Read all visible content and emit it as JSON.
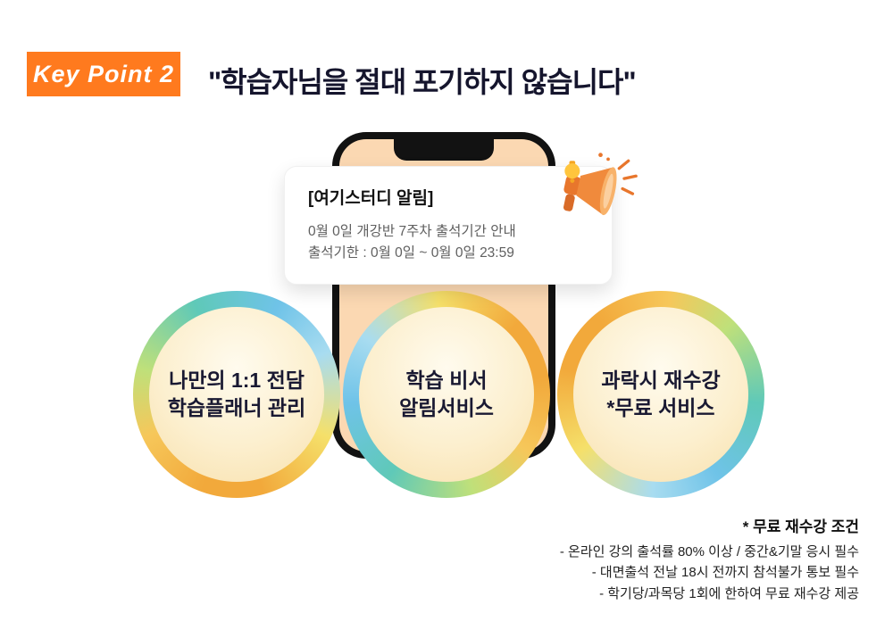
{
  "header": {
    "badge_label": "Key Point 2",
    "title": "\"학습자님을 절대 포기하지 않습니다\""
  },
  "phone_notification": {
    "title": "[여기스터디 알림]",
    "body_line1": "0월 0일 개강반 7주차 출석기간 안내",
    "body_line2": "출석기한 : 0월 0일 ~ 0월 0일 23:59"
  },
  "features": [
    {
      "line1": "나만의 1:1 전담",
      "line2": "학습플래너 관리"
    },
    {
      "line1": "학습 비서",
      "line2": "알림서비스"
    },
    {
      "line1": "과락시 재수강",
      "line2": "*무료 서비스"
    }
  ],
  "footnote": {
    "title": "* 무료 재수강 조건",
    "lines": [
      "- 온라인 강의 출석률 80% 이상 / 중간&기말 응시 필수",
      "- 대면출석 전날 18시 전까지 참석불가 통보 필수",
      "- 학기당/과목당 1회에 한하여 무료 재수강 제공"
    ]
  },
  "icons": {
    "megaphone": "megaphone-icon",
    "bell": "bell-icon"
  },
  "colors": {
    "badge_bg": "#FF7A1E",
    "phone_body": "#121212",
    "phone_screen": "#FBD8B2",
    "heading_text": "#15152D",
    "notification_body_text": "#606060",
    "circle_fill": "#FBEECB"
  }
}
